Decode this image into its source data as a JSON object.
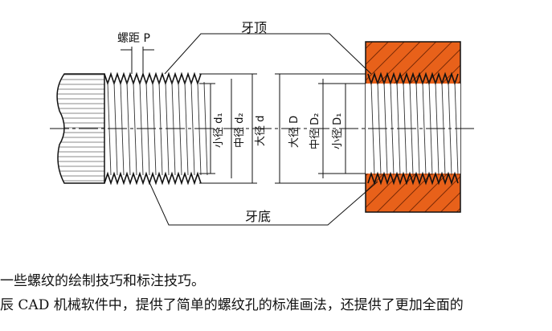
{
  "labels": {
    "pitch": "螺距 P",
    "crest": "牙顶",
    "root": "牙底",
    "minor_d1": "小径 d₁",
    "pitch_d2": "中径 d₂",
    "major_d": "大径 d",
    "major_D": "大径 D",
    "pitch_D2": "中径 D₂",
    "minor_D1": "小径 D₁"
  },
  "colors": {
    "nut_fill": "#e8611a",
    "hatch": "#7a2a06",
    "line": "#111111"
  },
  "text": {
    "line1": "一些螺纹的绘制技巧和标注技巧。",
    "line2": "辰 CAD 机械软件中，提供了简单的螺纹孔的标准画法，还提供了更加全面的"
  }
}
